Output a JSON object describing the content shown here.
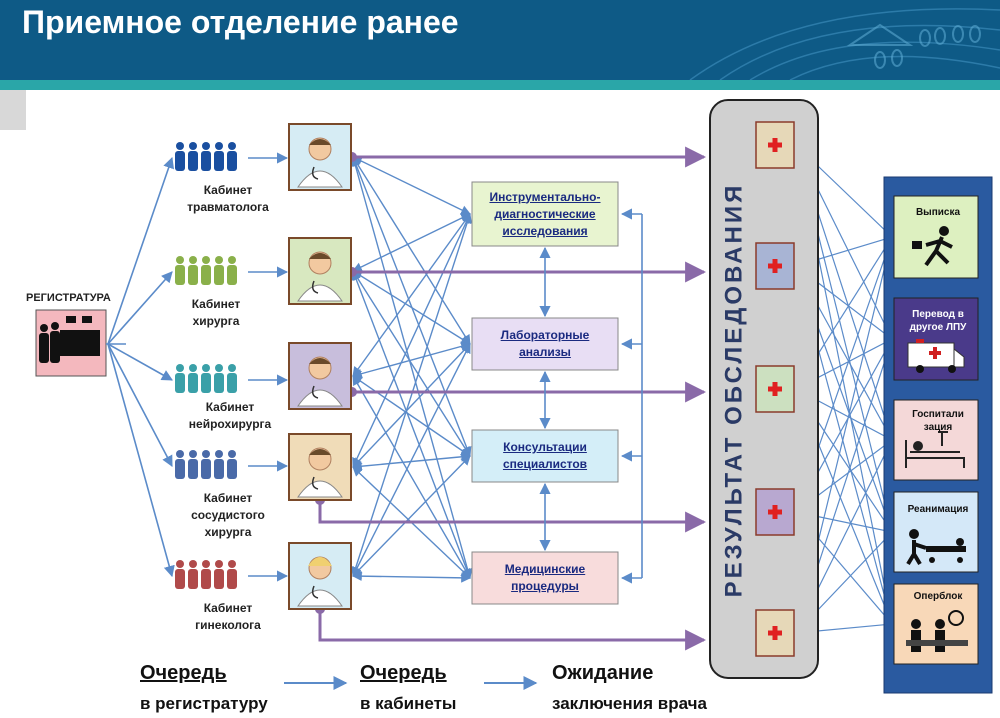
{
  "title": "Приемное отделение ранее",
  "registry": "РЕГИСТРАТУРА",
  "cabinets": [
    {
      "line1": "Кабинет",
      "line2": "травматолога",
      "line3": ""
    },
    {
      "line1": "Кабинет",
      "line2": "хирурга",
      "line3": ""
    },
    {
      "line1": "Кабинет",
      "line2": "нейрохирурга",
      "line3": ""
    },
    {
      "line1": "Кабинет",
      "line2": "сосудистого",
      "line3": "хирурга"
    },
    {
      "line1": "Кабинет",
      "line2": "гинеколога",
      "line3": ""
    }
  ],
  "services": [
    {
      "line1": "Инструментально-",
      "line2": "диагностические",
      "line3": "исследования"
    },
    {
      "line1": "Лабораторные",
      "line2": "анализы",
      "line3": ""
    },
    {
      "line1": "Консультации",
      "line2": "специалистов",
      "line3": ""
    },
    {
      "line1": "Медицинские",
      "line2": "процедуры",
      "line3": ""
    }
  ],
  "result_label": "РЕЗУЛЬТАТ ОБСЛЕДОВАНИЯ",
  "outcomes": [
    {
      "line1": "Выписка",
      "line2": ""
    },
    {
      "line1": "Перевод в",
      "line2": "другое ЛПУ"
    },
    {
      "line1": "Госпитали",
      "line2": "зация"
    },
    {
      "line1": "Реанимация",
      "line2": ""
    },
    {
      "line1": "Оперблок",
      "line2": ""
    }
  ],
  "legend": [
    {
      "title": "Очередь",
      "subtitle": "в регистратуру"
    },
    {
      "title": "Очередь",
      "subtitle": "в кабинеты"
    },
    {
      "title": "Ожидание",
      "subtitle": "заключения врача"
    }
  ],
  "colors": {
    "header": "#0e5a86",
    "band": "#2aa6a8",
    "arrow_blue": "#5b8bc9",
    "arrow_purple": "#8a6aa8",
    "people": [
      "#1a4fa0",
      "#8ab04a",
      "#3aa0a8",
      "#4a6aa8",
      "#b04a4a"
    ],
    "doctor_bg": [
      "#d6ecf4",
      "#d8e8c0",
      "#c8bedc",
      "#f0dcb8",
      "#d6ecf4"
    ],
    "service_bg": [
      "#e8f4d0",
      "#e8def4",
      "#d4eef8",
      "#f8dcdc"
    ],
    "outcome_bg": [
      "#ddf0c0",
      "#4a3a8a",
      "#f4d8d8",
      "#d4e8f8",
      "#f8d8b8"
    ]
  },
  "icons": [
    "person-queue-icon",
    "doctor-icon",
    "red-cross-icon",
    "ambulance-icon",
    "hospital-bed-icon",
    "stretcher-icon",
    "surgery-icon",
    "running-man-icon"
  ]
}
